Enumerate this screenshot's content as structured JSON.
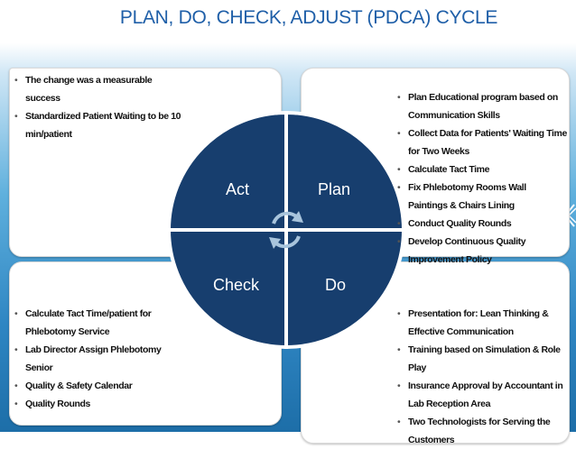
{
  "title": "PLAN, DO, CHECK, ADJUST (PDCA) CYCLE",
  "colors": {
    "title": "#1f5fa8",
    "quadrant": "#173e6e",
    "arrows": "#a8c4dc"
  },
  "quadrants": {
    "act": "Act",
    "plan": "Plan",
    "check": "Check",
    "do": "Do"
  },
  "act_items": [
    "The change was a measurable success",
    "Standardized Patient Waiting to be 10 min/patient"
  ],
  "plan_items": [
    "Plan Educational program based on Communication Skills",
    "Collect Data for Patients' Waiting Time for Two Weeks",
    "Calculate Tact Time",
    "Fix Phlebotomy Rooms Wall Paintings & Chairs Lining",
    "Conduct Quality Rounds",
    "Develop Continuous Quality Improvement Policy"
  ],
  "check_items": [
    "Calculate Tact Time/patient for Phlebotomy Service",
    "Lab Director Assign Phlebotomy Senior",
    "Quality & Safety Calendar",
    "Quality Rounds"
  ],
  "do_items": [
    "Presentation for: Lean Thinking & Effective Communication",
    "Training based on Simulation & Role Play",
    "Insurance Approval by Accountant in Lab Reception Area",
    "Two Technologists for Serving the Customers"
  ]
}
